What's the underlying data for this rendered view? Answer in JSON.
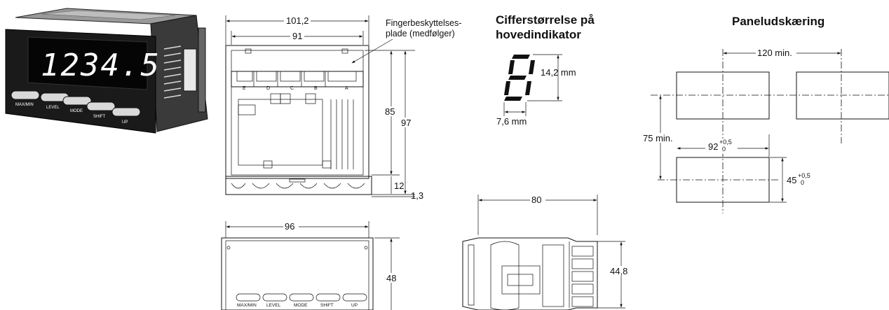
{
  "product_photo": {
    "display_value": "1234.5",
    "buttons": [
      "MAX/MIN",
      "LEVEL",
      "MODE",
      "SHIFT",
      "UP"
    ]
  },
  "front_view": {
    "dims": {
      "outer_width": "101,2",
      "inner_width": "91",
      "height_inner": "85",
      "height_outer": "97",
      "depth_lower": "12",
      "offset": "1,3"
    },
    "finger_note_line1": "Fingerbeskyttelses-",
    "finger_note_line2": "plade (medfølger)",
    "terminal_letters": [
      "E",
      "D",
      "C",
      "B",
      "A"
    ]
  },
  "digit_size": {
    "title_line1": "Cifferstørrelse på",
    "title_line2": "hovedindikator",
    "height": "14,2 mm",
    "width": "7,6 mm"
  },
  "panel_cutout": {
    "title": "Paneludskæring",
    "spacing_h": "120 min.",
    "spacing_v": "75 min.",
    "width_base": "92",
    "height_base": "45",
    "tol_upper": "+0,5",
    "tol_lower": "0"
  },
  "bottom_front": {
    "width": "96",
    "height": "48",
    "buttons": [
      "MAX/MIN",
      "LEVEL",
      "MODE",
      "SHIFT",
      "UP"
    ]
  },
  "side_view": {
    "depth": "80",
    "height": "44,8"
  }
}
